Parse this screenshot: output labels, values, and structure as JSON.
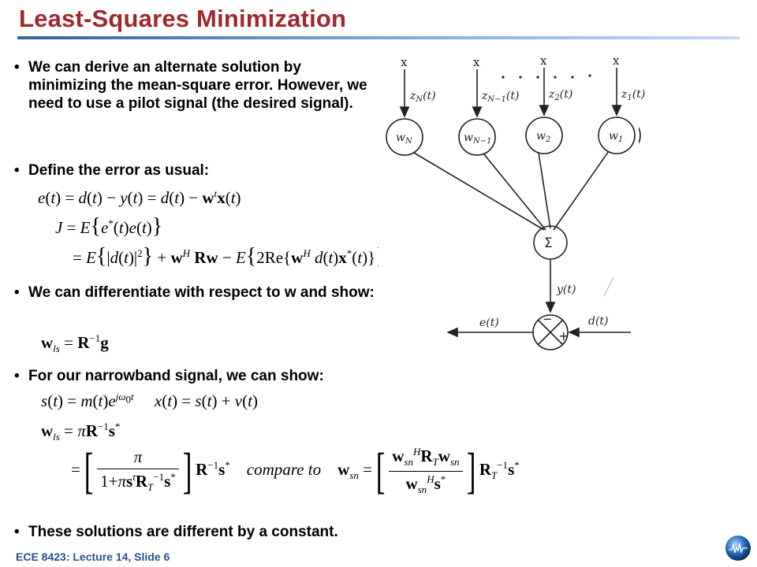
{
  "slide": {
    "title": "Least-Squares Minimization",
    "footer": "ECE 8423: Lecture 14, Slide 6"
  },
  "bullets": [
    {
      "text": "We can derive an alternate solution by minimizing the mean-square error. However, we need to use a pilot signal (the desired signal)."
    },
    {
      "text": "Define the error as usual:"
    },
    {
      "text": "We can differentiate with respect to w and show:"
    },
    {
      "text": "For our narrowband signal, we can show:"
    },
    {
      "text": "These solutions are different by a constant."
    }
  ],
  "equations": {
    "compare_to": "compare to"
  },
  "diagram": {
    "input_marks": [
      "x",
      "x",
      "x",
      "x"
    ],
    "input_labels": [
      "z_N(t)",
      "z_{N-1}(t)",
      "z_2(t)",
      "z_1(t)"
    ],
    "weights": [
      "w_N",
      "w_{N-1}",
      "w_2",
      "w_1"
    ],
    "sum_symbol": "Σ",
    "output_label": "y(t)",
    "error_label": "e(t)",
    "desired_label": "d(t)",
    "minus": "−",
    "plus": "+"
  }
}
